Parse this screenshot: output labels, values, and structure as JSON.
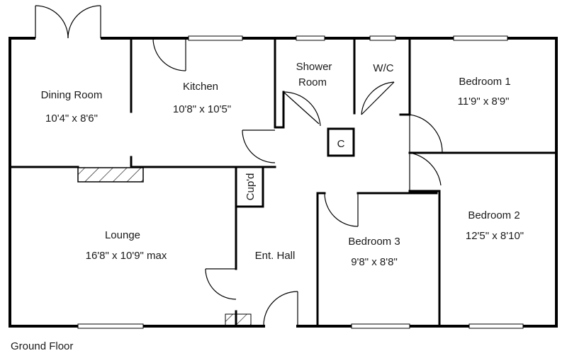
{
  "rooms": {
    "dining": {
      "name": "Dining Room",
      "size": "10'4\" x 8'6\""
    },
    "kitchen": {
      "name": "Kitchen",
      "size": "10'8\" x 10'5\""
    },
    "shower": {
      "name_line1": "Shower",
      "name_line2": "Room"
    },
    "wc": {
      "name": "W/C"
    },
    "bedroom1": {
      "name": "Bedroom 1",
      "size": "11'9\" x 8'9\""
    },
    "bedroom2": {
      "name": "Bedroom 2",
      "size": "12'5\" x 8'10\""
    },
    "bedroom3": {
      "name": "Bedroom 3",
      "size": "9'8\" x 8'8\""
    },
    "lounge": {
      "name": "Lounge",
      "size": "16'8\" x 10'9\" max"
    },
    "hall": {
      "name": "Ent. Hall"
    },
    "cupboard": {
      "name": "Cup'd"
    },
    "closet": {
      "name": "C"
    }
  },
  "floor_label": "Ground Floor"
}
